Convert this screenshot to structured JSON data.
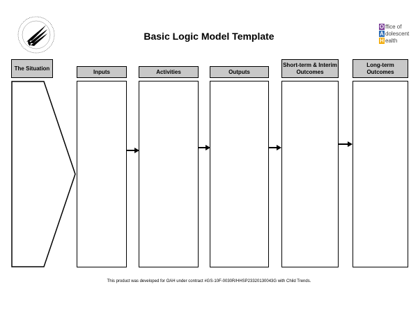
{
  "document": {
    "title": "Basic Logic Model Template",
    "footer": "This product was developed for OAH under contract #GS-10F-0030R/HHSP23320130043G with Child Trends."
  },
  "logos": {
    "hhs_seal": {
      "icon": "hhs-seal-icon"
    },
    "oah": {
      "lines": [
        {
          "letter": "O",
          "rest": "ffice of",
          "color": "#7b3f98"
        },
        {
          "letter": "A",
          "rest": "dolescent",
          "color": "#2e6db4"
        },
        {
          "letter": "H",
          "rest": "ealth",
          "color": "#f2a900"
        }
      ]
    }
  },
  "columns": [
    {
      "label": "The Situation"
    },
    {
      "label": "Inputs"
    },
    {
      "label": "Activities"
    },
    {
      "label": "Outputs"
    },
    {
      "label": "Short-term & Interim Outcomes"
    },
    {
      "label": "Long-term Outcomes"
    }
  ],
  "colors": {
    "header_fill": "#c8c8c8",
    "border": "#000000"
  }
}
